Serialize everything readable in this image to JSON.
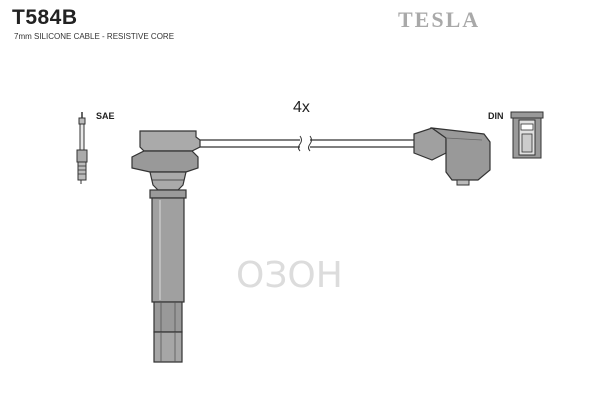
{
  "header": {
    "part_number": "T584B",
    "brand": "TESLA",
    "cable_description": "7mm SILICONE CABLE - RESISTIVE CORE"
  },
  "diagram": {
    "plug_standard_label": "SAE",
    "quantity_label": "4x",
    "connector_standard_label": "DIN"
  },
  "watermark": {
    "text": "ОЗОН"
  },
  "colors": {
    "part_fill": "#999999",
    "part_stroke": "#333333",
    "brand_text": "#a9a9a9"
  }
}
